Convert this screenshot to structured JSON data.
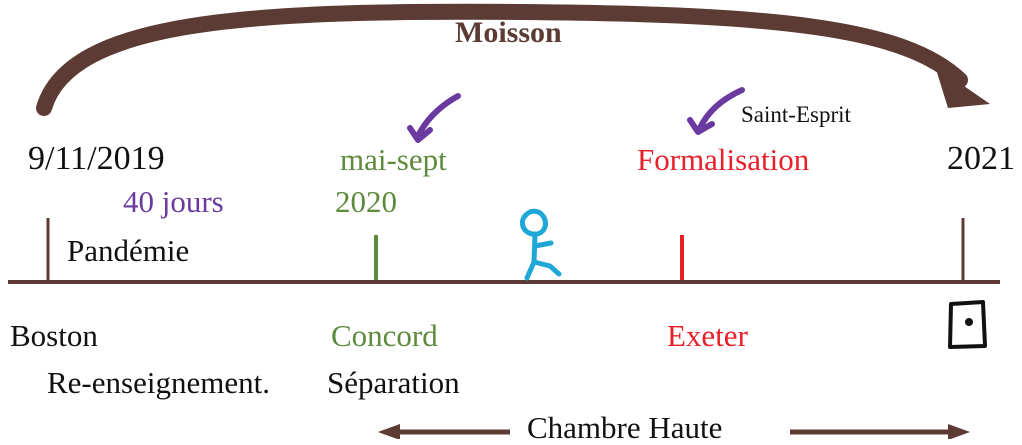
{
  "colors": {
    "brown": "#5b3b33",
    "green": "#5e8a3c",
    "red": "#e8202a",
    "purple": "#6a3aa0",
    "blue": "#1ea7d7",
    "black": "#111111"
  },
  "arc": {
    "label": "Moisson"
  },
  "dates": {
    "start": "9/11/2019",
    "start_sub": "40 jours",
    "mid": "mai-sept",
    "mid_sub": "2020",
    "formal": "Formalisation",
    "formal_note": "Saint-Esprit",
    "end": "2021"
  },
  "timeline": {
    "label": "Pandémie"
  },
  "places": {
    "boston": "Boston",
    "boston_sub": "Re-enseignement.",
    "concord": "Concord",
    "concord_sub": "Séparation",
    "exeter": "Exeter"
  },
  "bottom": {
    "label": "Chambre Haute"
  },
  "icons": {
    "stick_figure": "stick-figure-walking-icon",
    "door": "door-icon",
    "arrow_a": "curved-arrow-down-icon",
    "arrow_b": "curved-arrow-down-icon"
  }
}
